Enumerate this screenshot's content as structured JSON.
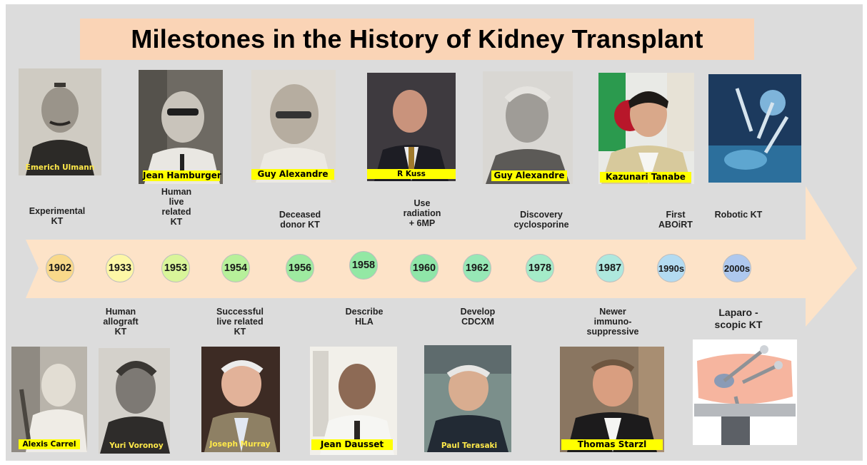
{
  "title": "Milestones in the History of Kidney Transplant",
  "colors": {
    "background": "#dcdcdc",
    "title_bg": "#fad4b6",
    "arrow": "#fde3c8",
    "caption_bg": "#ffff00"
  },
  "top_photos": [
    {
      "caption": "Emerich Ulmann"
    },
    {
      "caption": "Jean Hamburger"
    },
    {
      "caption": "Guy Alexandre"
    },
    {
      "caption": "R Kuss"
    },
    {
      "caption": "Guy Alexandre"
    },
    {
      "caption": "Kazunari Tanabe"
    },
    {
      "caption": ""
    }
  ],
  "bottom_photos": [
    {
      "caption": "Alexis Carrel"
    },
    {
      "caption": "Yuri Voronoy"
    },
    {
      "caption": "Joseph Murray"
    },
    {
      "caption": "Jean Dausset"
    },
    {
      "caption": "Paul Terasaki"
    },
    {
      "caption": "Thomas Starzl"
    },
    {
      "caption": ""
    }
  ],
  "events_above": [
    "Experimental\nKT",
    "Human\nlive\nrelated\nKT",
    "Deceased\ndonor KT",
    "Use\nradiation\n+ 6MP",
    "Discovery\ncyclosporine",
    "First\nABOiRT",
    "Robotic KT"
  ],
  "events_below": [
    "Human\nallograft\nKT",
    "Successful\nlive related\nKT",
    "Describe\nHLA",
    "Develop\nCDCXM",
    "Newer\nimmuno-\nsuppressive",
    "Laparo -\nscopic KT"
  ],
  "years": [
    {
      "label": "1902",
      "color": "#f9d98a"
    },
    {
      "label": "1933",
      "color": "#fdf7a6"
    },
    {
      "label": "1953",
      "color": "#d9f59a"
    },
    {
      "label": "1954",
      "color": "#b7f09a"
    },
    {
      "label": "1956",
      "color": "#9eeaa0"
    },
    {
      "label": "1958",
      "color": "#93e8a4"
    },
    {
      "label": "1960",
      "color": "#8fe6a8"
    },
    {
      "label": "1962",
      "color": "#97e8b6"
    },
    {
      "label": "1978",
      "color": "#a4ebc8"
    },
    {
      "label": "1987",
      "color": "#aee8de"
    },
    {
      "label": "1990s",
      "color": "#b3dbf1"
    },
    {
      "label": "2000s",
      "color": "#aec8ee"
    }
  ]
}
